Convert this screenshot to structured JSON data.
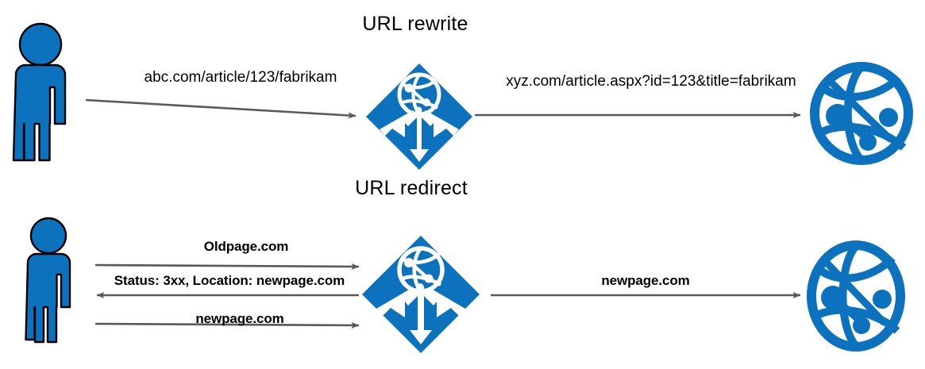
{
  "diagram": {
    "title_top": "URL rewrite",
    "title_bottom": "URL redirect",
    "colors": {
      "icon_blue": "#0C72BE",
      "icon_outline": "#000000",
      "arrow_gray": "#595959",
      "text": "#000000",
      "background": "#FFFFFF"
    },
    "top_flow": {
      "client_icon": "person-icon",
      "server_icon": "url-rewrite-module-icon",
      "web_icon": "globe-network-icon",
      "request_label": "abc.com/article/123/fabrikam",
      "forward_label": "xyz.com/article.aspx?id=123&title=fabrikam"
    },
    "bottom_flow": {
      "client_icon": "person-icon",
      "server_icon": "url-redirect-module-icon",
      "web_icon": "globe-network-icon",
      "step1_label": "Oldpage.com",
      "step2_label": "Status: 3xx, Location: newpage.com",
      "step3_label": "newpage.com",
      "forward_label": "newpage.com"
    }
  }
}
